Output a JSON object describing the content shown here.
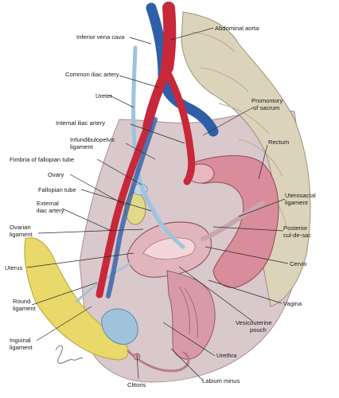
{
  "labels": {
    "inferior_vena_cava": "Inferior vena cava",
    "abdominal_aorta": "Abdominal aorta",
    "common_iliac_artery": "Common iliac artery",
    "ureter": "Ureter",
    "promontory_line1": "Promontory",
    "promontory_line2": "of sacrum",
    "internal_iliac_artery": "Internal iliac artery",
    "infundibulopelvic_line1": "Infundibulopelvic",
    "infundibulopelvic_line2": "ligament",
    "rectum": "Rectum",
    "fimbria": "Fimbria of fallopian tube",
    "ovary": "Ovary",
    "uterosacral_line1": "Uterosacral",
    "uterosacral_line2": "ligament",
    "fallopian_tube": "Fallopian tube",
    "external_iliac_line1": "External",
    "external_iliac_line2": "iliac artery",
    "ovarian_ligament_line1": "Ovarian",
    "ovarian_ligament_line2": "ligament",
    "posterior_cul_de_sac_line1": "Posterior",
    "posterior_cul_de_sac_line2": "cul-de-sac",
    "uterus": "Uterus",
    "cervix": "Cervix",
    "vagina": "Vagina",
    "round_ligament_line1": "Round",
    "round_ligament_line2": "ligament",
    "vesicouterine_line1": "Vesicouterine",
    "vesicouterine_line2": "pouch",
    "inguinal_ligament_line1": "Inguinal",
    "inguinal_ligament_line2": "ligament",
    "urethra": "Urethra",
    "labium_minus": "Labium minus",
    "clitoris": "Clitoris"
  },
  "colors": {
    "artery": "#c8283a",
    "vein": "#2f5fa8",
    "ureter": "#9fc3dc",
    "sacrum": "#d8d0b8",
    "muscle": "#c9889a",
    "peritoneum": "#cfbcc2",
    "fat": "#e9d96a",
    "ovary": "#e3d98a",
    "bladder": "#9fc3da",
    "rectum": "#d98c9a",
    "uterus": "#e2b5bd"
  }
}
